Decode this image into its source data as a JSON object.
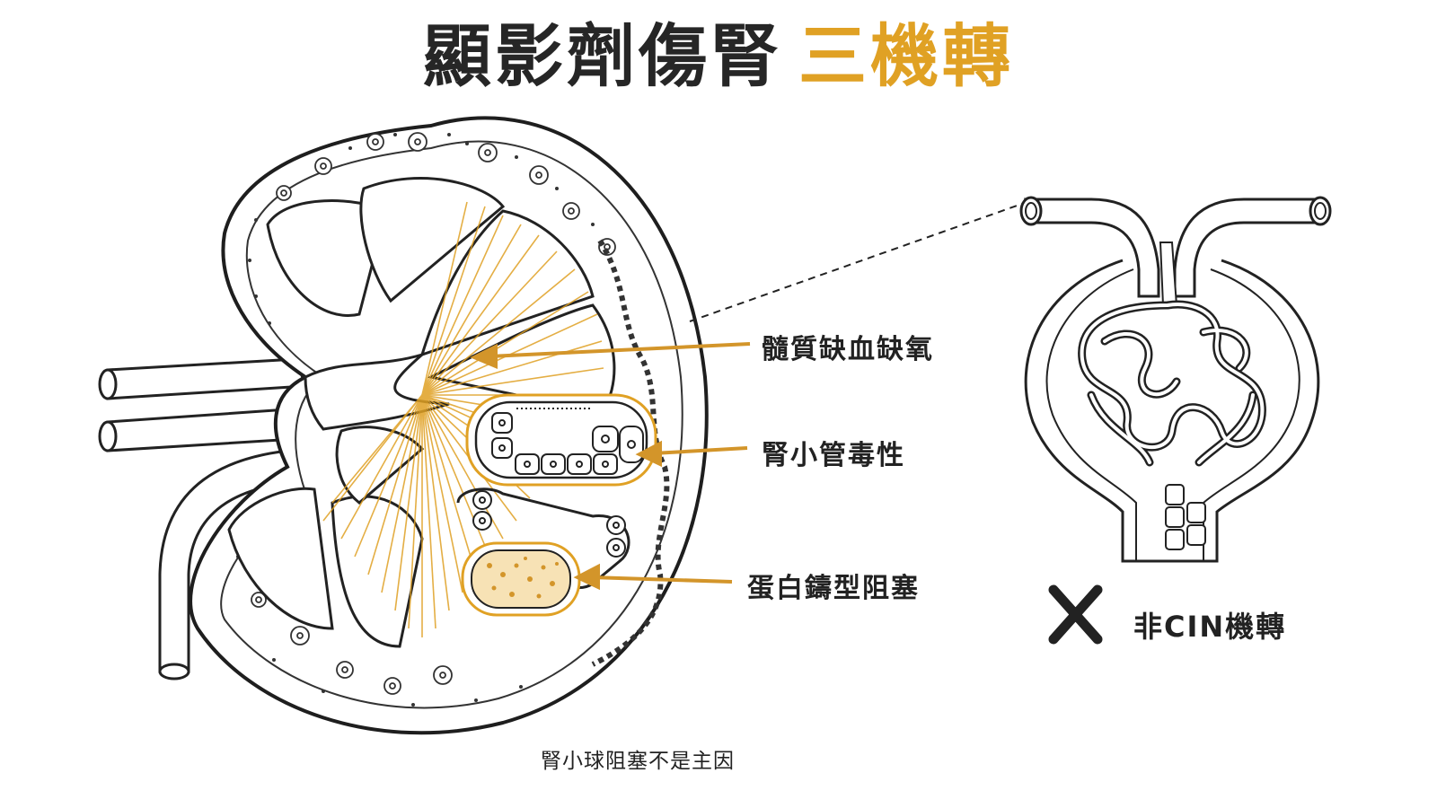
{
  "title": {
    "main": "顯影劑傷腎",
    "accent": "三機轉"
  },
  "labels": {
    "medullary_ischemia": "髓質缺血缺氧",
    "tubular_toxicity": "腎小管毒性",
    "cast_obstruction": "蛋白鑄型阻塞",
    "non_cin": "非CIN機轉"
  },
  "footnote": "腎小球阻塞不是主因",
  "colors": {
    "accent": "#E0A124",
    "ink": "#222222",
    "background": "#ffffff"
  }
}
